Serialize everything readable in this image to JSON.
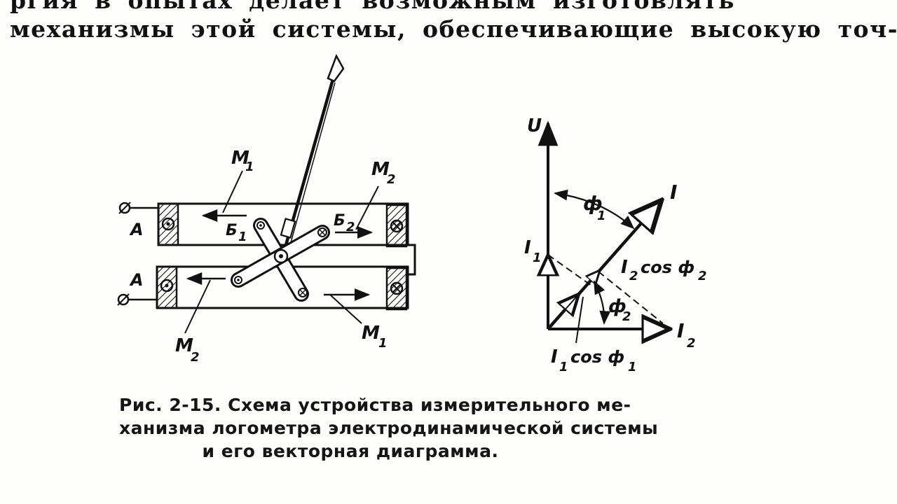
{
  "text": {
    "line_top": "ргия в опытах делает возможным изготовлять",
    "line_2": "механизмы этой системы, обеспечивающие высокую точ-"
  },
  "figure": {
    "mechanism_labels": {
      "m1_top": "M",
      "m1_top_sub": "1",
      "m2_top": "M",
      "m2_top_sub": "2",
      "b1": "Б",
      "b1_sub": "1",
      "b2": "Б",
      "b2_sub": "2",
      "a_top": "A",
      "a_bottom": "A",
      "m2_bottom": "M",
      "m2_bottom_sub": "2",
      "m1_bottom": "M",
      "m1_bottom_sub": "1"
    },
    "vector_labels": {
      "u": "U",
      "phi1": "ф",
      "phi1_sub": "1",
      "i": "I",
      "i1": "I",
      "i1_sub": "1",
      "i2cos": "I",
      "i2cos_sub": "2",
      "i2cos_text": "cos ф",
      "i2cos_text_sub": "2",
      "phi2": "ф",
      "phi2_sub": "2",
      "i2": "I",
      "i2_sub": "2",
      "i1cos": "I",
      "i1cos_sub": "1",
      "i1cos_text": "cos ф",
      "i1cos_text_sub": "1"
    }
  },
  "caption": {
    "line1": "Рис. 2-15. Схема устройства измерительного ме-",
    "line2": "ханизма логометра электродинамической системы",
    "line3": "и его векторная диаграмма."
  }
}
